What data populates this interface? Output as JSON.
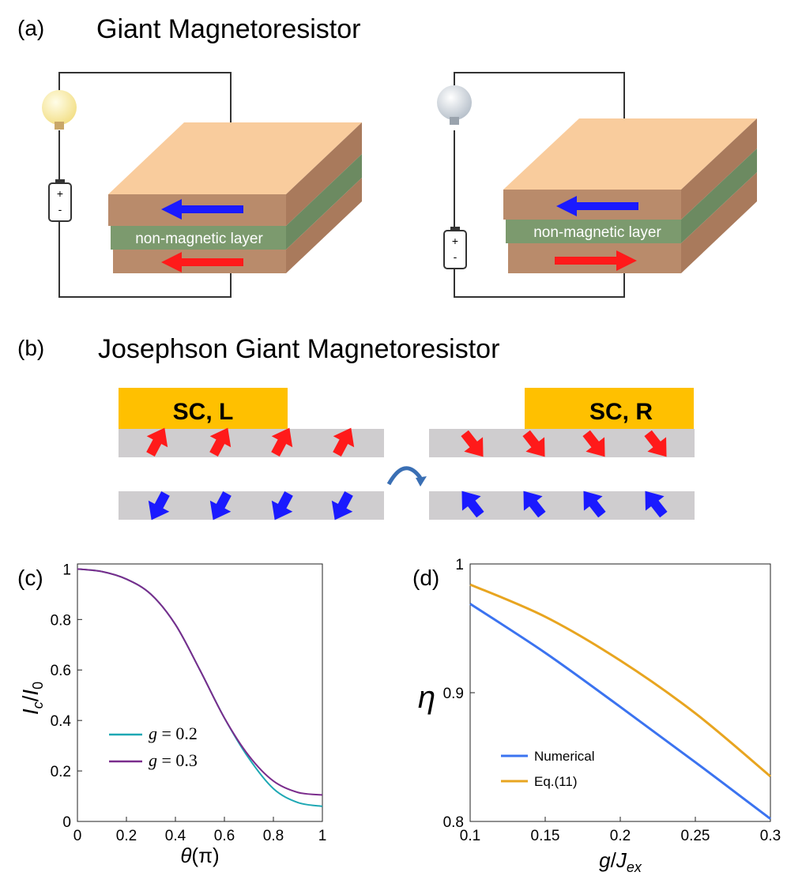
{
  "panel_a": {
    "label": "(a)",
    "title": "Giant Magnetoresistor",
    "left_device": {
      "spacer_label": "non-magnetic layer",
      "battery_plus": "+",
      "battery_minus": "-"
    },
    "right_device": {
      "spacer_label": "non-magnetic layer",
      "battery_plus": "+",
      "battery_minus": "-"
    }
  },
  "panel_b": {
    "label": "(b)",
    "title": "Josephson Giant Magnetoresistor",
    "left_sc_label": "SC, L",
    "right_sc_label": "SC, R"
  },
  "colors": {
    "top_arrow": "#1a1aff",
    "bottom_arrow": "#ff1a1a",
    "sc": "#ffc000",
    "layer_gray": "#cfcdcf",
    "spacer_green": "#6e8c61",
    "block_top": "#f9cc9d",
    "block_side": "#a97a5c",
    "series_1": "#1ea8b4",
    "series_2": "#7a2c8c",
    "series_numerical": "#3b73f0",
    "series_eq11": "#e8a520"
  },
  "chart_data": [
    {
      "type": "line",
      "panel": "(c)",
      "xlabel": "θ(π)",
      "ylabel": "I_c/I_0",
      "xlim": [
        0,
        1
      ],
      "ylim": [
        0,
        1.02
      ],
      "xticks": [
        "0",
        "0.2",
        "0.4",
        "0.6",
        "0.8",
        "1"
      ],
      "yticks": [
        "0",
        "0.2",
        "0.4",
        "0.6",
        "0.8",
        "1"
      ],
      "legend_position": "lower-left",
      "series": [
        {
          "name": "g = 0.2",
          "legend_g": "g",
          "legend_val": "= 0.2",
          "x": [
            0,
            0.1,
            0.2,
            0.3,
            0.4,
            0.5,
            0.6,
            0.7,
            0.8,
            0.9,
            1.0
          ],
          "y": [
            1.0,
            0.99,
            0.96,
            0.9,
            0.78,
            0.6,
            0.41,
            0.25,
            0.13,
            0.075,
            0.06
          ]
        },
        {
          "name": "g = 0.3",
          "legend_g": "g",
          "legend_val": "= 0.3",
          "x": [
            0,
            0.1,
            0.2,
            0.3,
            0.4,
            0.5,
            0.6,
            0.7,
            0.8,
            0.9,
            1.0
          ],
          "y": [
            1.0,
            0.99,
            0.96,
            0.9,
            0.78,
            0.6,
            0.41,
            0.26,
            0.16,
            0.115,
            0.105
          ]
        }
      ]
    },
    {
      "type": "line",
      "panel": "(d)",
      "xlabel": "g/J_ex",
      "ylabel": "η",
      "xlim": [
        0.1,
        0.3
      ],
      "ylim": [
        0.8,
        1.0
      ],
      "xticks": [
        "0.1",
        "0.15",
        "0.2",
        "0.25",
        "0.3"
      ],
      "yticks": [
        "0.8",
        "0.9",
        "1"
      ],
      "legend_position": "lower-left",
      "series": [
        {
          "name": "Numerical",
          "x": [
            0.1,
            0.15,
            0.2,
            0.25,
            0.3
          ],
          "y": [
            0.969,
            0.931,
            0.889,
            0.846,
            0.802
          ]
        },
        {
          "name": "Eq.(11)",
          "x": [
            0.1,
            0.15,
            0.2,
            0.25,
            0.3
          ],
          "y": [
            0.984,
            0.959,
            0.925,
            0.884,
            0.835
          ]
        }
      ]
    }
  ]
}
